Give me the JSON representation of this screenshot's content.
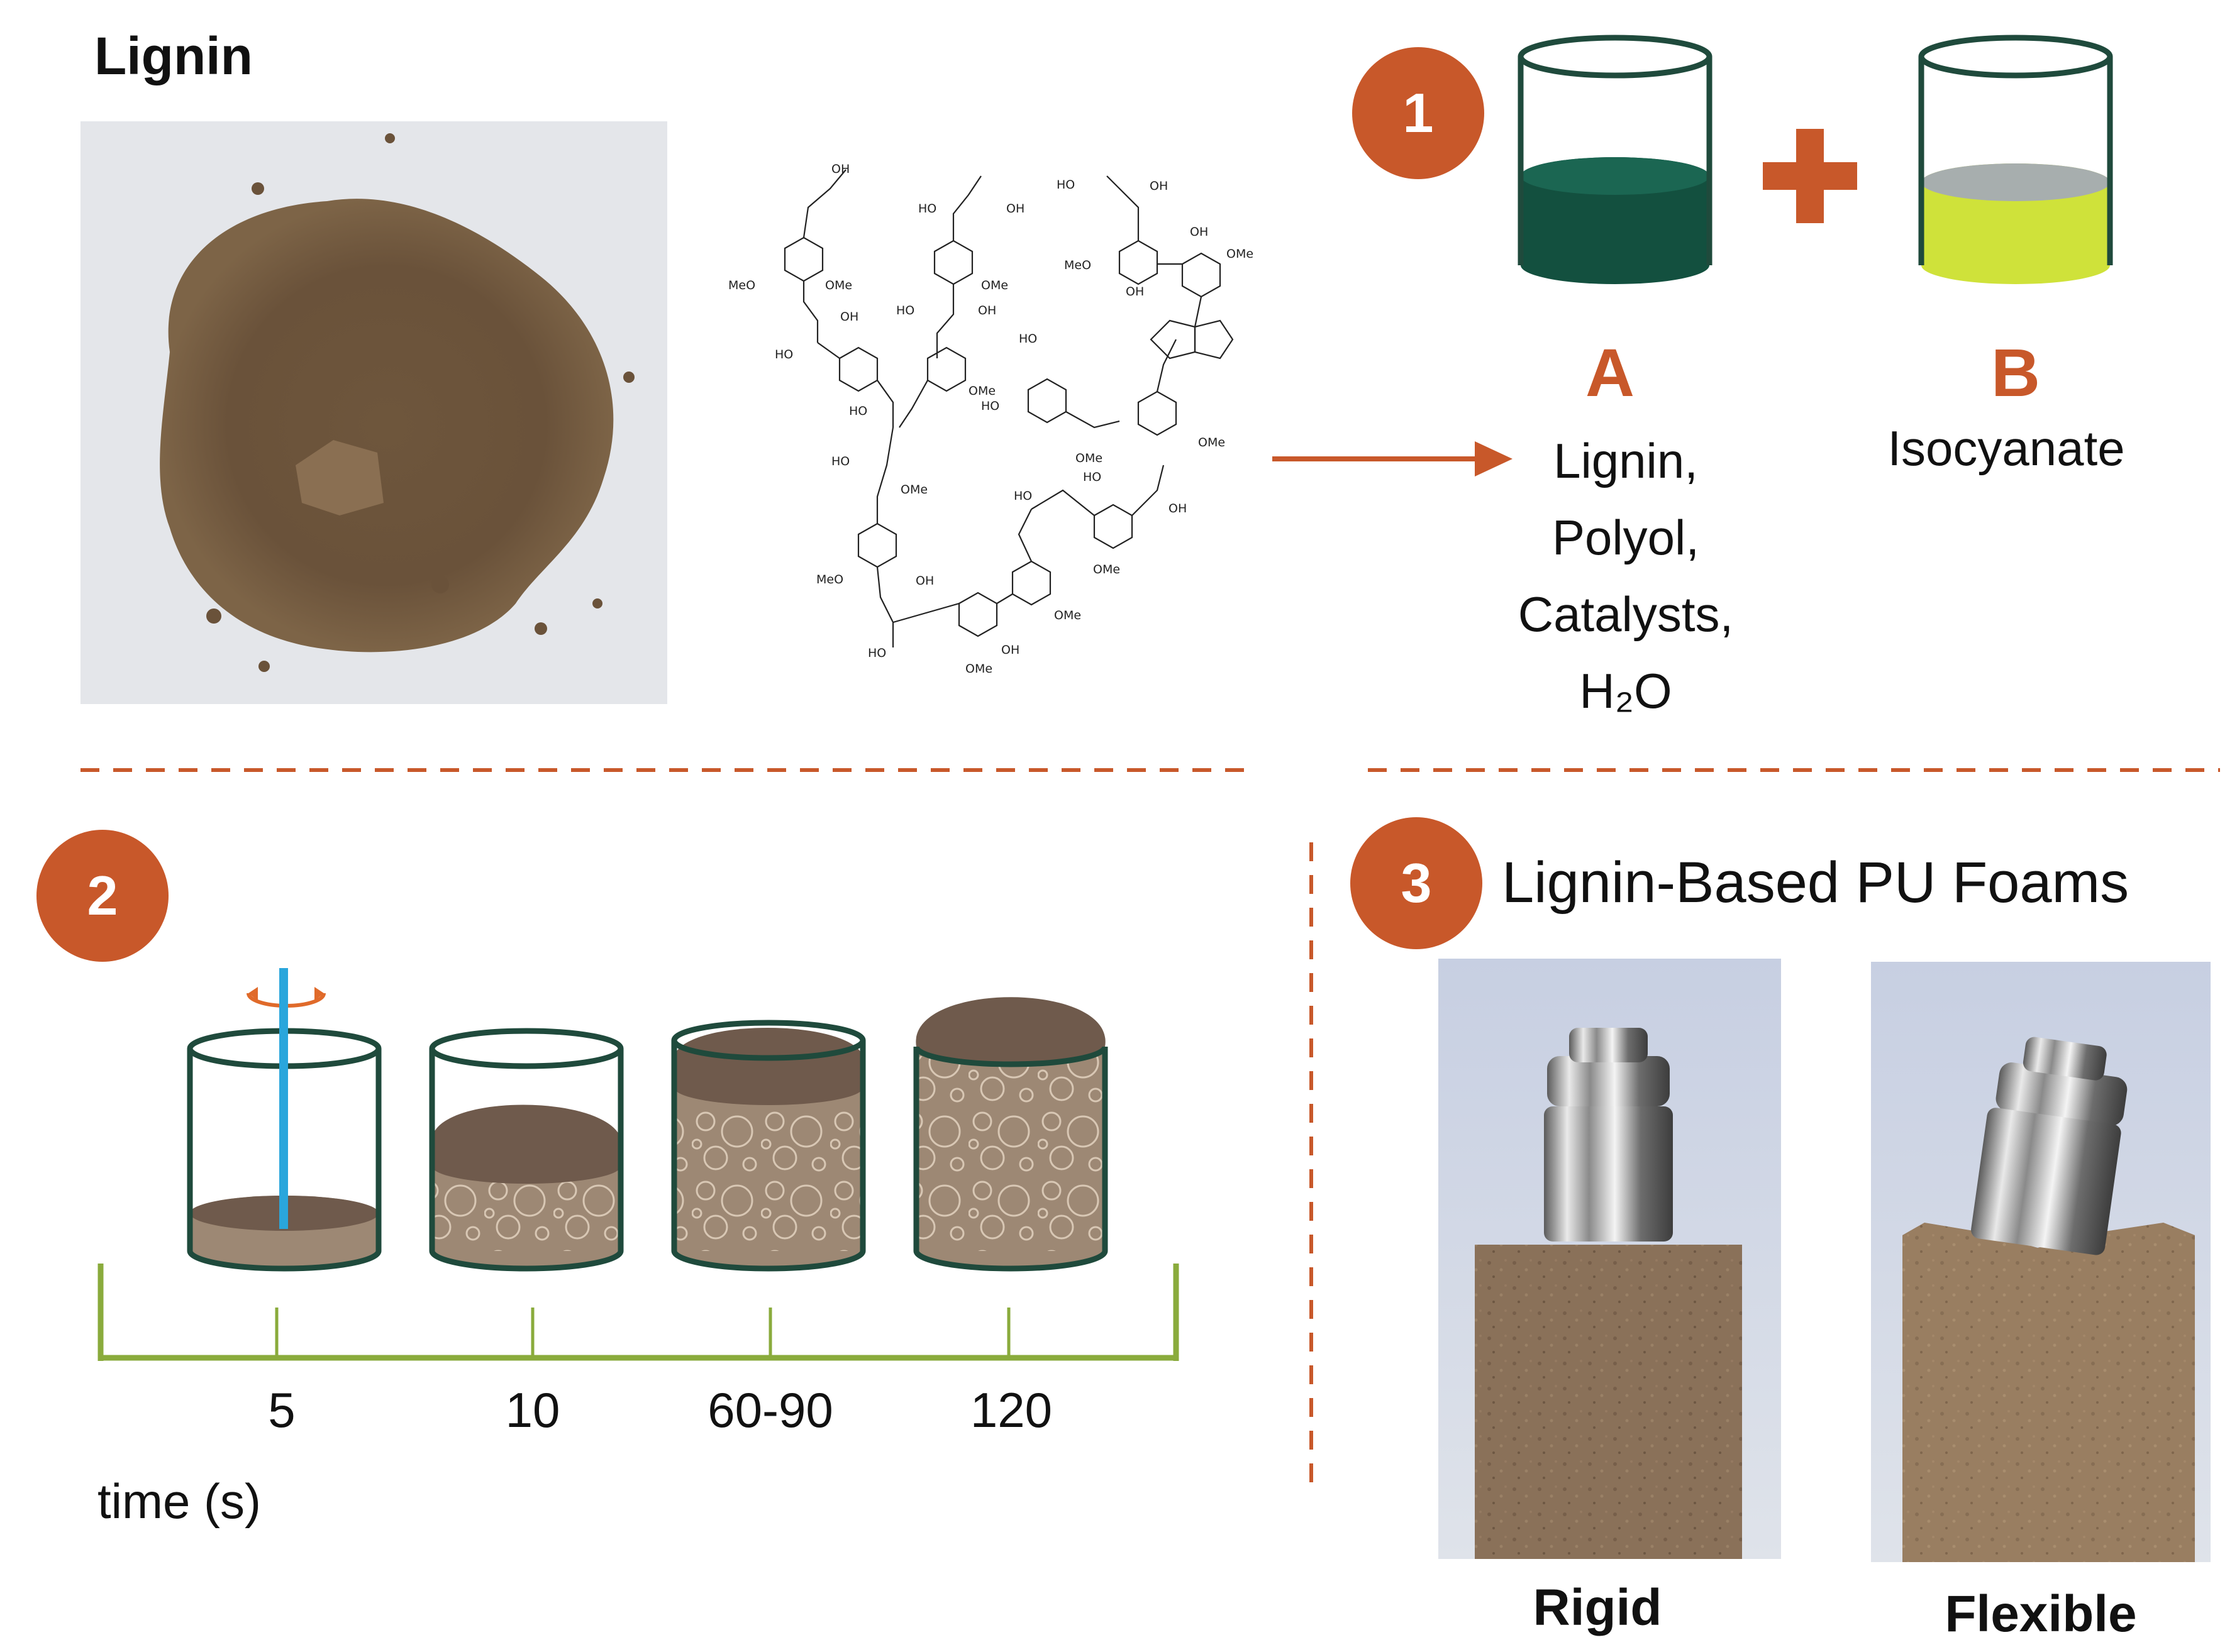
{
  "title": "Lignin",
  "step1": {
    "badge": "1",
    "component_a": {
      "letter": "A",
      "lines": [
        "Lignin,",
        "Polyol,",
        "Catalysts,",
        "H₂O"
      ]
    },
    "component_b": {
      "letter": "B",
      "lines": [
        "Isocyanate"
      ]
    }
  },
  "step2": {
    "badge": "2",
    "time_labels": [
      "5",
      "10",
      "60-90",
      "120"
    ],
    "axis_label": "time (s)"
  },
  "step3": {
    "badge": "3",
    "title": "Lignin-Based PU Foams",
    "foams": [
      "Rigid",
      "Flexible"
    ]
  },
  "chem_labels": {
    "oh": "OH",
    "ho": "HO",
    "ome": "OMe",
    "meo": "MeO"
  },
  "colors": {
    "accent": "#c8582a",
    "beaker_outline": "#1f4a3c",
    "component_a_fill": "#13503f",
    "component_b_fill": "#cfe23a",
    "stir_rod": "#2aa6dc",
    "timeline": "#8aab3c",
    "foam_dark": "#6f5a4c",
    "foam_light": "#9d8874"
  }
}
